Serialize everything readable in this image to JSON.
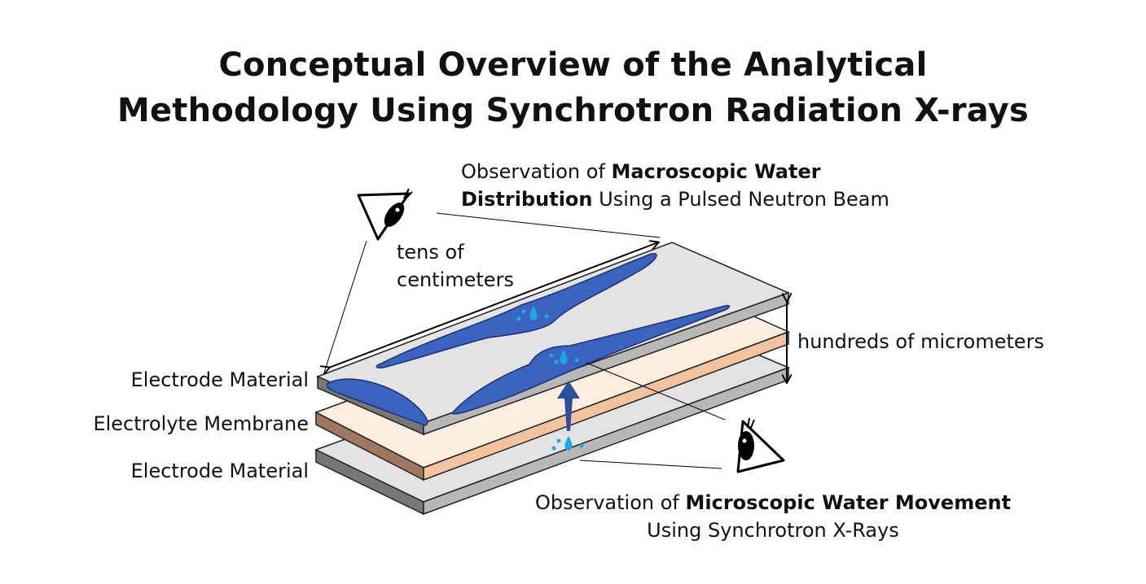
{
  "title": {
    "line1": "Conceptual Overview of the Analytical",
    "line2": "Methodology Using Synchrotron Radiation X-rays"
  },
  "macro_observation": {
    "prefix": "Observation of ",
    "bold1": "Macroscopic Water",
    "bold2": "Distribution",
    "suffix": " Using a Pulsed Neutron Beam"
  },
  "micro_observation": {
    "prefix": "Observation of ",
    "bold": "Microscopic Water Movement",
    "line2": "Using Synchrotron X-Rays"
  },
  "dimensions": {
    "length": {
      "line1": "tens of",
      "line2": "centimeters"
    },
    "thickness": "hundreds of micrometers"
  },
  "layers": {
    "top": "Electrode Material",
    "middle": "Electrolyte Membrane",
    "bottom": "Electrode Material"
  },
  "colors": {
    "water": "#3b63c0",
    "droplet": "#1fa8e8",
    "electrode": "#e3e3e3",
    "membrane": "#fdeee0",
    "membrane_edge": "#f3c3a0"
  }
}
